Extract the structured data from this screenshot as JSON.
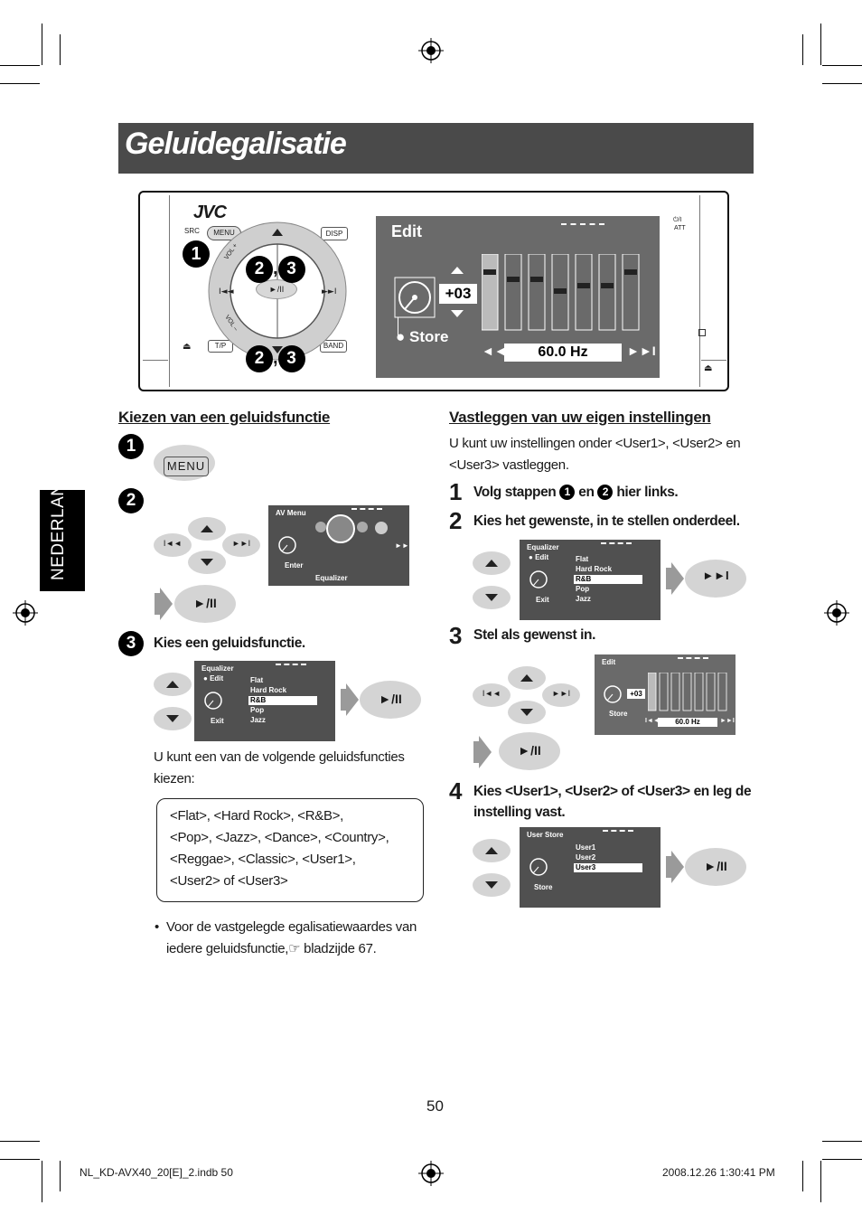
{
  "title": "Geluidegalisatie",
  "side_tab": "NEDERLANDS",
  "page_number": "50",
  "footer": {
    "file": "NL_KD-AVX40_20[E]_2.indb   50",
    "timestamp": "2008.12.26   1:30:41 PM"
  },
  "device": {
    "brand": "JVC",
    "src": "SRC",
    "menu": "MENU",
    "disp": "DISP",
    "tp": "T/P",
    "band": "BAND",
    "vol_plus": "VOL +",
    "vol_minus": "VOL –",
    "att": "ATT",
    "callout_1": "1",
    "callout_23a": "2 , 3",
    "callout_23b": "2 , 3",
    "screen": {
      "label": "Edit",
      "value": "+03",
      "store": "Store",
      "freq": "60.0 Hz"
    }
  },
  "left": {
    "heading": "Kiezen van een geluidsfunctie",
    "step1_button": "MENU",
    "av_menu": {
      "title": "AV Menu",
      "enter": "Enter",
      "equalizer": "Equalizer"
    },
    "step3_text": "Kies een geluidsfunctie.",
    "eq_screen": {
      "title": "Equalizer",
      "edit": "Edit",
      "exit": "Exit",
      "items": [
        "Flat",
        "Hard Rock",
        "R&B",
        "Pop",
        "Jazz"
      ],
      "selected": "R&B"
    },
    "intro": "U kunt een van de volgende geluidsfuncties kiezen:",
    "options_lines": [
      "<Flat>, <Hard Rock>, <R&B>,",
      "<Pop>, <Jazz>, <Dance>, <Country>,",
      "<Reggae>, <Classic>, <User1>,",
      "<User2> of <User3>"
    ],
    "bullet_line1": "Voor de vastgelegde egalisatiewaardes van",
    "bullet_line2": "iedere geluidsfunctie,☞ bladzijde 67."
  },
  "right": {
    "heading": "Vastleggen van uw eigen instellingen",
    "intro_line1": "U kunt uw instellingen onder <User1>, <User2> en",
    "intro_line2": "<User3> vastleggen.",
    "step1": "Volg stappen",
    "step1_en": "en",
    "step1_end": "hier links.",
    "step2": "Kies het gewenste, in te stellen onderdeel.",
    "step3": "Stel als gewenst in.",
    "step4_line1": "Kies <User1>, <User2> of <User3> en leg de",
    "step4_line2": "instelling vast.",
    "edit_screen": {
      "title": "Edit",
      "value": "+03",
      "store": "Store",
      "freq": "60.0 Hz"
    },
    "user_store": {
      "title": "User Store",
      "items": [
        "User1",
        "User2",
        "User3"
      ],
      "selected": "User3",
      "store": "Store"
    }
  },
  "glyphs": {
    "play_pause": "►/II",
    "prev": "I◄◄",
    "next": "►►I",
    "up": "▲",
    "down": "▼"
  }
}
